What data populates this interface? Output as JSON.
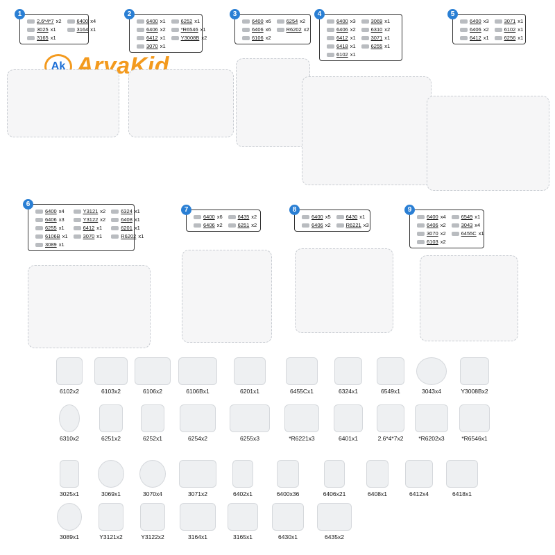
{
  "logo": {
    "mark": "Ak",
    "text": "AryaKid"
  },
  "steps": [
    {
      "number": "1",
      "parts": [
        {
          "code": "2.6*4*7",
          "qty": "x2"
        },
        {
          "code": "6400",
          "qty": "x4"
        },
        {
          "code": "3025",
          "qty": "x1"
        },
        {
          "code": "3164",
          "qty": "x1"
        },
        {
          "code": "3165",
          "qty": "x1"
        }
      ]
    },
    {
      "number": "2",
      "parts": [
        {
          "code": "6400",
          "qty": "x1"
        },
        {
          "code": "6252",
          "qty": "x1"
        },
        {
          "code": "6406",
          "qty": "x2"
        },
        {
          "code": "*R6546",
          "qty": "x1"
        },
        {
          "code": "6412",
          "qty": "x1"
        },
        {
          "code": "Y3008B",
          "qty": "x2"
        },
        {
          "code": "3070",
          "qty": "x1"
        }
      ]
    },
    {
      "number": "3",
      "parts": [
        {
          "code": "6400",
          "qty": "x6"
        },
        {
          "code": "6254",
          "qty": "x2"
        },
        {
          "code": "6406",
          "qty": "x6"
        },
        {
          "code": "R6202",
          "qty": "x2"
        },
        {
          "code": "6106",
          "qty": "x2"
        }
      ]
    },
    {
      "number": "4",
      "parts": [
        {
          "code": "6400",
          "qty": "x3"
        },
        {
          "code": "3069",
          "qty": "x1"
        },
        {
          "code": "6406",
          "qty": "x2"
        },
        {
          "code": "6310",
          "qty": "x2"
        },
        {
          "code": "6412",
          "qty": "x1"
        },
        {
          "code": "3071",
          "qty": "x1"
        },
        {
          "code": "6418",
          "qty": "x1"
        },
        {
          "code": "6255",
          "qty": "x1"
        },
        {
          "code": "6102",
          "qty": "x1"
        }
      ]
    },
    {
      "number": "5",
      "parts": [
        {
          "code": "6400",
          "qty": "x3"
        },
        {
          "code": "3071",
          "qty": "x1"
        },
        {
          "code": "6406",
          "qty": "x2"
        },
        {
          "code": "6102",
          "qty": "x1"
        },
        {
          "code": "6412",
          "qty": "x1"
        },
        {
          "code": "6256",
          "qty": "x1"
        }
      ]
    },
    {
      "number": "6",
      "parts": [
        {
          "code": "6400",
          "qty": "x4"
        },
        {
          "code": "Y3121",
          "qty": "x2"
        },
        {
          "code": "6324",
          "qty": "x1"
        },
        {
          "code": "6406",
          "qty": "x3"
        },
        {
          "code": "Y3122",
          "qty": "x2"
        },
        {
          "code": "6408",
          "qty": "x1"
        },
        {
          "code": "6255",
          "qty": "x1"
        },
        {
          "code": "6412",
          "qty": "x1"
        },
        {
          "code": "6201",
          "qty": "x1"
        },
        {
          "code": "6106B",
          "qty": "x1"
        },
        {
          "code": "3070",
          "qty": "x1"
        },
        {
          "code": "R6202",
          "qty": "x1"
        },
        {
          "code": "3089",
          "qty": "x1"
        }
      ]
    },
    {
      "number": "7",
      "parts": [
        {
          "code": "6400",
          "qty": "x6"
        },
        {
          "code": "6435",
          "qty": "x2"
        },
        {
          "code": "6406",
          "qty": "x2"
        },
        {
          "code": "6251",
          "qty": "x2"
        }
      ]
    },
    {
      "number": "8",
      "parts": [
        {
          "code": "6400",
          "qty": "x5"
        },
        {
          "code": "6430",
          "qty": "x1"
        },
        {
          "code": "6406",
          "qty": "x2"
        },
        {
          "code": "R6221",
          "qty": "x3"
        }
      ]
    },
    {
      "number": "9",
      "parts": [
        {
          "code": "6400",
          "qty": "x4"
        },
        {
          "code": "6549",
          "qty": "x1"
        },
        {
          "code": "6406",
          "qty": "x2"
        },
        {
          "code": "3043",
          "qty": "x4"
        },
        {
          "code": "3070",
          "qty": "x2"
        },
        {
          "code": "6455C",
          "qty": "x1"
        },
        {
          "code": "6103",
          "qty": "x2"
        }
      ]
    }
  ],
  "inventory": {
    "row1": [
      "6102x2",
      "6103x2",
      "6106x2",
      "6106Bx1",
      "6201x1",
      "6455Cx1",
      "6324x1",
      "6549x1",
      "3043x4",
      "Y3008Bx2"
    ],
    "row2": [
      "6310x2",
      "6251x2",
      "6252x1",
      "6254x2",
      "6255x3",
      "*R6221x3",
      "6401x1",
      "2.6*4*7x2",
      "*R6202x3",
      "*R6546x1"
    ],
    "row3": [
      "3025x1",
      "3069x1",
      "3070x4",
      "3071x2",
      "6402x1",
      "6400x36",
      "6406x21",
      "6408x1",
      "6412x4",
      "6418x1"
    ],
    "row4": [
      "3089x1",
      "Y3121x2",
      "Y3122x2",
      "3164x1",
      "3165x1",
      "6430x1",
      "6435x2"
    ]
  }
}
